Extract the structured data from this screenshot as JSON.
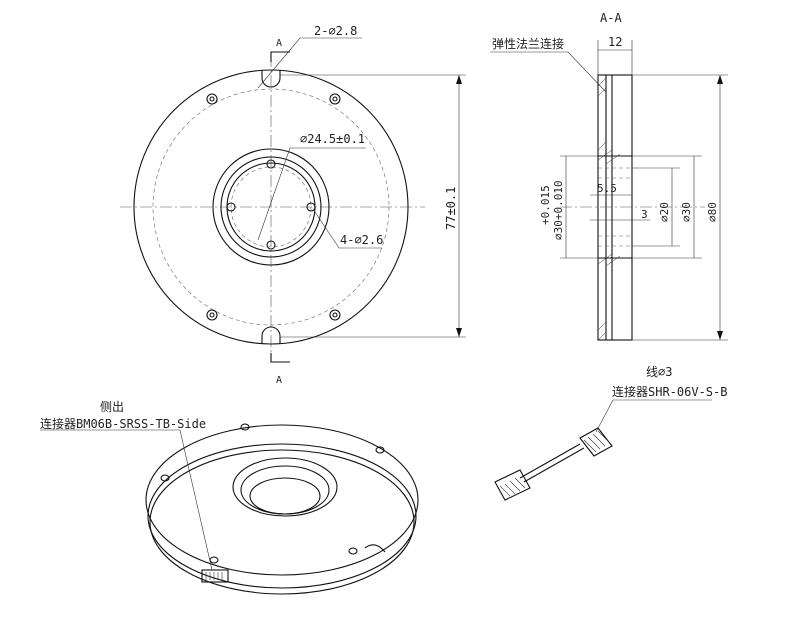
{
  "front_view": {
    "section_label_top": "A",
    "section_label_bottom": "A",
    "pin_holes_label": "2-⌀2.8",
    "inner_diameter_label": "⌀24.5±0.1",
    "screw_holes_label": "4-⌀2.6",
    "height_label": "77±0.1"
  },
  "section_view": {
    "title": "A-A",
    "flange_label": "弹性法兰连接",
    "width_label": "12",
    "dim_5_5": "5.5",
    "dim_3": "3",
    "dim_d20": "⌀20",
    "dim_d30": "⌀30",
    "dim_d80": "⌀80",
    "tolerance_label": "⌀30+0.010",
    "tolerance_upper": "+0.015"
  },
  "iso_view": {
    "side_label": "侧出",
    "connector_label": "连接器BM06B-SRSS-TB-Side"
  },
  "cable": {
    "wire_label": "线⌀3",
    "connector_label": "连接器SHR-06V-S-B"
  }
}
